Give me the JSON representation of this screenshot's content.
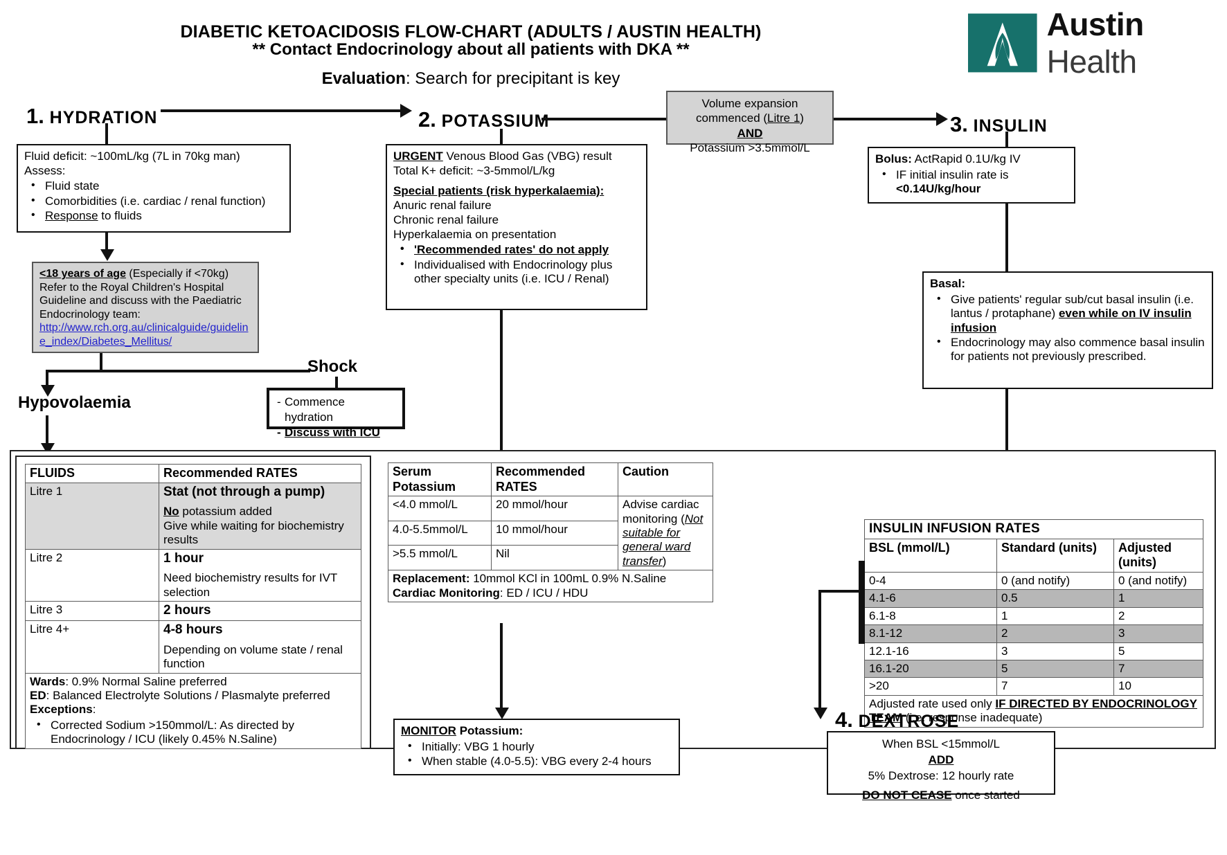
{
  "header": {
    "title_line1": "DIABETIC KETOACIDOSIS FLOW-CHART (ADULTS / AUSTIN HEALTH)",
    "title_line2": "** Contact Endocrinology about all patients with DKA **",
    "evaluation_label": "Evaluation",
    "evaluation_rest": ": Search for precipitant is key",
    "logo_bold": "Austin",
    "logo_light": " Health",
    "logo_color": "#17716b"
  },
  "steps": {
    "hydration": {
      "num": "1.",
      "name": "HYDRATION"
    },
    "potassium": {
      "num": "2.",
      "name": "POTASSIUM"
    },
    "insulin": {
      "num": "3.",
      "name": "INSULIN"
    },
    "dextrose": {
      "num": "4.",
      "name": "DEXTROSE"
    }
  },
  "hydration_box": {
    "line1": "Fluid deficit: ~100mL/kg (7L in 70kg man)",
    "line2": "Assess:",
    "bullets": [
      "Fluid state",
      "Comorbidities (i.e. cardiac / renal function)",
      "Response to fluids"
    ],
    "bullet3_underlined_word": "Response"
  },
  "paediatric_box": {
    "heading": "<18 years of age",
    "heading_rest": " (Especially if <70kg)",
    "body": "Refer to the Royal Children's Hospital Guideline and discuss with the Paediatric Endocrinology team:",
    "link": "http://www.rch.org.au/clinicalguide/guideline_index/Diabetes_Mellitus/"
  },
  "hypovolaemia_label": "Hypovolaemia",
  "shock_label": "Shock",
  "shock_box": {
    "items": [
      "Commence hydration",
      "Discuss with ICU"
    ]
  },
  "potassium_box": {
    "urgent_label": "URGENT",
    "urgent_rest": " Venous Blood Gas (VBG) result",
    "line2": "Total K+ deficit: ~3-5mmol/L/kg",
    "special_heading": "Special patients (risk hyperkalaemia):",
    "plain_lines": [
      "Anuric renal failure",
      "Chronic renal failure",
      "Hyperkalaemia on presentation"
    ],
    "bullets": [
      "'Recommended rates' do not apply",
      "Individualised with Endocrinology plus other specialty units (i.e. ICU / Renal)"
    ]
  },
  "volume_box": {
    "line1": "Volume expansion",
    "line2_pre": "commenced (",
    "line2_underline": "Litre 1",
    "line2_post": ")",
    "and": "AND",
    "line4": "Potassium >3.5mmol/L"
  },
  "bolus_box": {
    "label": "Bolus:",
    "rest": " ActRapid 0.1U/kg IV",
    "bullet_line1": "IF initial insulin rate is",
    "bullet_line2": "<0.14U/kg/hour"
  },
  "basal_box": {
    "heading": "Basal:",
    "b1_pre": "Give patients' regular sub/cut basal insulin (i.e. lantus / protaphane) ",
    "b1_bold": "even while on IV insulin infusion",
    "b2": "Endocrinology may also commence basal insulin for patients not previously prescribed."
  },
  "fluids_table": {
    "headers": [
      "FLUIDS",
      "Recommended RATES"
    ],
    "rows": [
      {
        "fluid": "Litre 1",
        "rate_main": "Stat (not through a pump)",
        "rate_sub_bold": "No",
        "rate_sub_rest": " potassium added",
        "rate_sub2": "Give while waiting for biochemistry results",
        "shaded": true
      },
      {
        "fluid": "Litre 2",
        "rate_main": "1 hour",
        "rate_sub": "Need biochemistry results for IVT selection",
        "shaded": false
      },
      {
        "fluid": "Litre 3",
        "rate_main": "2 hours",
        "shaded": false
      },
      {
        "fluid": "Litre 4+",
        "rate_main": "4-8 hours",
        "rate_sub": "Depending on volume state / renal function",
        "shaded": false
      }
    ],
    "footer": {
      "wards_label": "Wards",
      "wards_rest": ": 0.9% Normal Saline preferred",
      "ed_label": "ED",
      "ed_rest": ": Balanced Electrolyte Solutions / Plasmalyte preferred",
      "exceptions_label": "Exceptions",
      "exceptions_colon": ":",
      "exception_bullet": "Corrected Sodium >150mmol/L: As directed by Endocrinology / ICU (likely 0.45% N.Saline)"
    }
  },
  "potassium_table": {
    "headers": [
      "Serum Potassium",
      "Recommended RATES",
      "Caution"
    ],
    "rows": [
      {
        "serum": "<4.0 mmol/L",
        "rate": "20 mmol/hour",
        "caution_pre": "Advise cardiac monitoring (",
        "caution_italic": "Not suitable for general ward transfer",
        "caution_post": ")"
      },
      {
        "serum": "4.0-5.5mmol/L",
        "rate": "10 mmol/hour",
        "caution": ""
      },
      {
        "serum": ">5.5 mmol/L",
        "rate": "Nil",
        "caution": ""
      }
    ],
    "footer": {
      "replacement_label": "Replacement:",
      "replacement_rest": " 10mmol KCl in 100mL 0.9% N.Saline",
      "cardiac_label": "Cardiac Monitoring",
      "cardiac_rest": ": ED / ICU / HDU"
    }
  },
  "monitor_box": {
    "heading_bold_underline": "MONITOR",
    "heading_rest": " Potassium:",
    "bullets": [
      "Initially: VBG 1 hourly",
      "When stable (4.0-5.5): VBG every 2-4 hours"
    ]
  },
  "insulin_table": {
    "title": "INSULIN INFUSION RATES",
    "headers": [
      "BSL (mmol/L)",
      "Standard (units)",
      "Adjusted (units)"
    ],
    "rows": [
      {
        "bsl": "0-4",
        "standard": "0 (and notify)",
        "adjusted": "0 (and notify)",
        "shaded": false
      },
      {
        "bsl": "4.1-6",
        "standard": "0.5",
        "adjusted": "1",
        "shaded": true
      },
      {
        "bsl": "6.1-8",
        "standard": "1",
        "adjusted": "2",
        "shaded": false
      },
      {
        "bsl": "8.1-12",
        "standard": "2",
        "adjusted": "3",
        "shaded": true
      },
      {
        "bsl": "12.1-16",
        "standard": "3",
        "adjusted": "5",
        "shaded": false
      },
      {
        "bsl": "16.1-20",
        "standard": "5",
        "adjusted": "7",
        "shaded": true
      },
      {
        "bsl": ">20",
        "standard": "7",
        "adjusted": "10",
        "shaded": false
      }
    ],
    "footer_pre": "Adjusted rate used only ",
    "footer_bold": "IF DIRECTED BY ENDOCRINOLOGY TEAM",
    "footer_post": " (i.e. response inadequate)"
  },
  "dextrose_box": {
    "line1": "When BSL <15mmol/L",
    "add": "ADD",
    "line3": "5% Dextrose: 12 hourly rate",
    "line4_bold": "DO NOT CEASE",
    "line4_rest": " once started"
  }
}
